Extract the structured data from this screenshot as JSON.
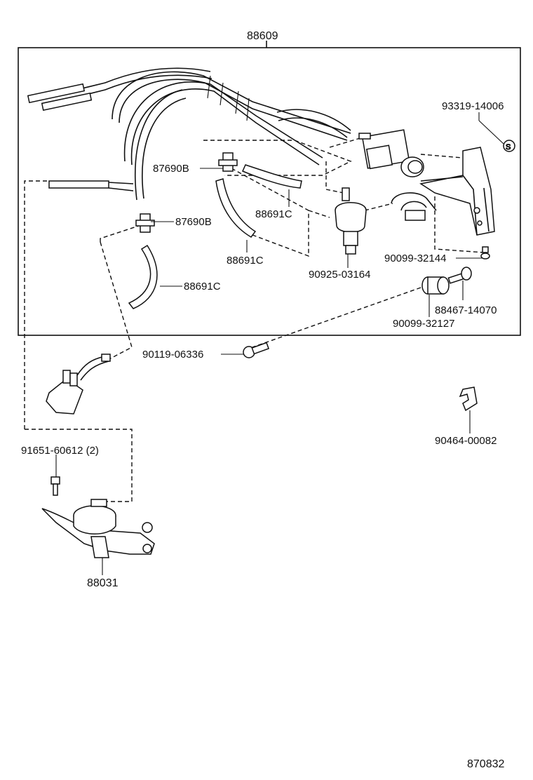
{
  "labels": {
    "assembly": "88609",
    "bracket_clip": "93319-14006",
    "joint_upper": "87690B",
    "joint_lower": "87690B",
    "hose_right": "88691C",
    "hose_mid": "88691C",
    "hose_lower": "88691C",
    "vsv": "90925-03164",
    "screw_bracket": "90099-32144",
    "bolt": "88467-14070",
    "grommet": "90099-32127",
    "vacuum_hose": "90119-06336",
    "clamp": "90464-00082",
    "bolt_motor": "91651-60612 (2)",
    "actuator": "88031",
    "diagram_id": "870832"
  }
}
